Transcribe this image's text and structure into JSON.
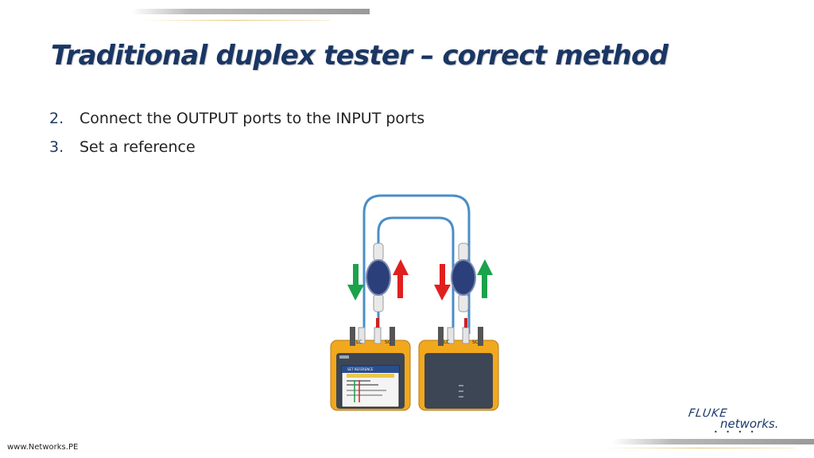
{
  "slide": {
    "title": "Traditional duplex tester – correct method",
    "steps": [
      {
        "number": "2.",
        "text": "Connect the OUTPUT ports to the INPUT ports"
      },
      {
        "number": "3.",
        "text": "Set a reference"
      }
    ],
    "footer_url": "www.Networks.PE"
  },
  "diagram": {
    "port_labels": {
      "left_lc": "LC",
      "left_sc": "SC",
      "right_lc": "LC",
      "right_sc": "SC"
    },
    "screen_heading": "SET REFERENCE",
    "colors": {
      "cable": "#4a8ec8",
      "coupler": "#2b3f7a",
      "up_arrow_green": "#1aa34a",
      "down_arrow_red": "#e0201f",
      "tester_body": "#f2a81d",
      "tester_face_dark": "#3d4654"
    }
  },
  "logo": {
    "top": "FLUKE",
    "bottom": "networks.",
    "dots": "• • • •"
  }
}
